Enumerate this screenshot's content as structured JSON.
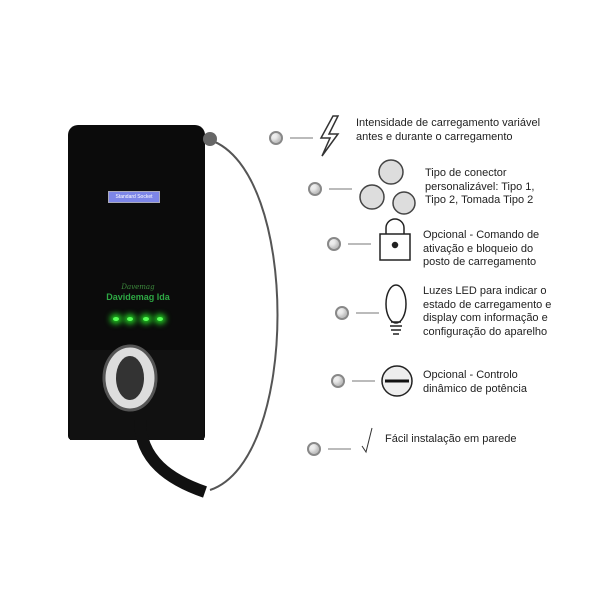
{
  "charger": {
    "display_text": "Standard Socket",
    "logo_script": "Davemag",
    "brand": "Davidemag lda"
  },
  "features": [
    {
      "icon": "lightning-icon",
      "text": "Intensidade de carregamento variável antes e durante o carregamento"
    },
    {
      "icon": "connector-types-icon",
      "text": "Tipo de conector personalizável: Tipo 1, Tipo 2, Tomada Tipo 2"
    },
    {
      "icon": "padlock-icon",
      "text": "Opcional - Comando de ativação e bloqueio do posto de carregamento"
    },
    {
      "icon": "led-bulb-icon",
      "text": "Luzes LED para indicar o estado de carregamento e display com informação e configuração do aparelho"
    },
    {
      "icon": "power-control-icon",
      "text": "Opcional - Controlo dinâmico de potência"
    },
    {
      "icon": "checkmark-icon",
      "text": "Fácil instalação em parede"
    }
  ]
}
